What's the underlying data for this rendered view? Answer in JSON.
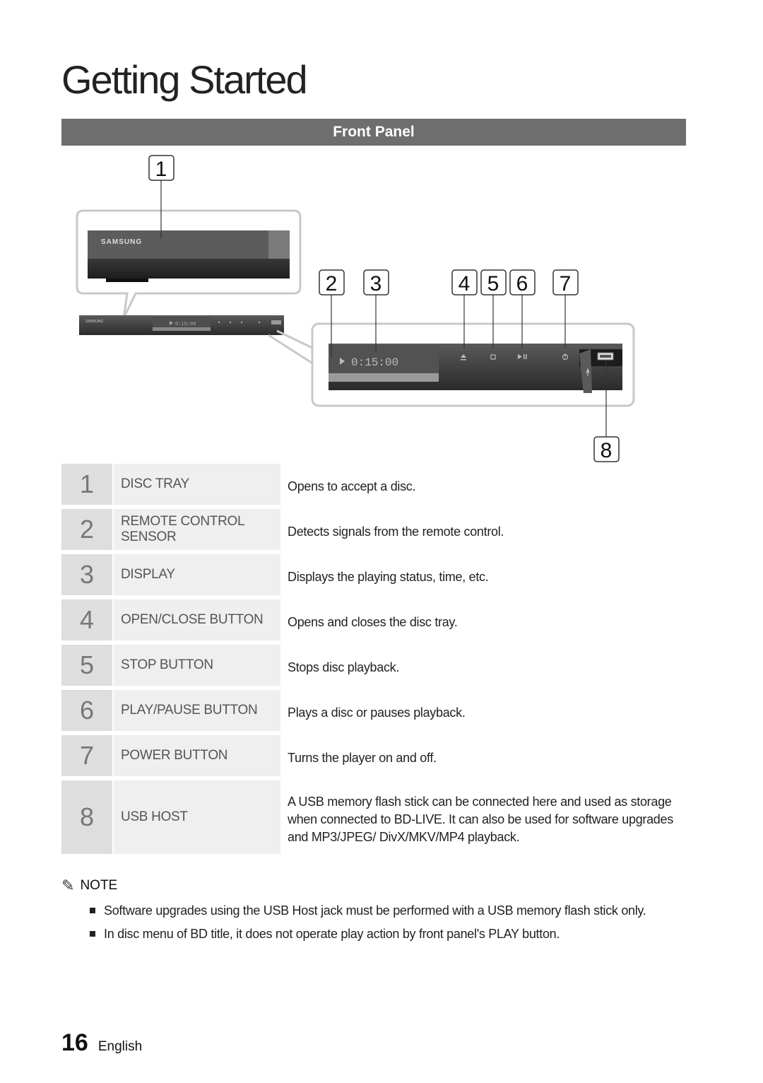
{
  "page": {
    "title": "Getting Started",
    "section": "Front Panel"
  },
  "diagram": {
    "brand": "SAMSUNG",
    "display_time": "0:15:00",
    "callouts": [
      "1",
      "2",
      "3",
      "4",
      "5",
      "6",
      "7",
      "8"
    ]
  },
  "parts": [
    {
      "num": "1",
      "name": "DISC TRAY",
      "desc": "Opens to accept a disc."
    },
    {
      "num": "2",
      "name": "REMOTE CONTROL SENSOR",
      "desc": "Detects signals from the remote control."
    },
    {
      "num": "3",
      "name": "DISPLAY",
      "desc": "Displays the playing status, time, etc."
    },
    {
      "num": "4",
      "name": "OPEN/CLOSE BUTTON",
      "desc": "Opens and closes the disc tray."
    },
    {
      "num": "5",
      "name": "STOP BUTTON",
      "desc": "Stops disc playback."
    },
    {
      "num": "6",
      "name": "PLAY/PAUSE BUTTON",
      "desc": "Plays a disc or pauses playback."
    },
    {
      "num": "7",
      "name": "POWER BUTTON",
      "desc": "Turns the player on and off."
    },
    {
      "num": "8",
      "name": "USB HOST",
      "desc": "A USB memory flash stick can be connected here and used as storage when connected to BD-LIVE. It can also be used for software upgrades and MP3/JPEG/ DivX/MKV/MP4 playback."
    }
  ],
  "note": {
    "heading": "NOTE",
    "items": [
      "Software upgrades using the USB Host jack must be performed with a USB memory flash stick only.",
      "In disc menu of BD title, it does not operate play action by front panel's PLAY button."
    ]
  },
  "footer": {
    "page_number": "16",
    "language": "English"
  }
}
